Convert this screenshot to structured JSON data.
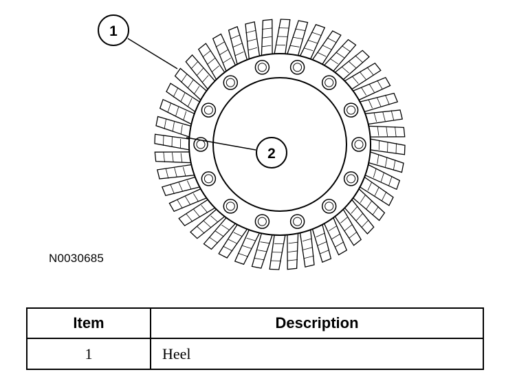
{
  "figure": {
    "id": "N0030685",
    "callouts": [
      {
        "number": "1"
      },
      {
        "number": "2"
      }
    ],
    "gear": {
      "tooth_count": 44,
      "bolt_hole_count": 14
    }
  },
  "legend_table": {
    "headers": {
      "item": "Item",
      "description": "Description"
    },
    "rows": [
      {
        "item": "1",
        "description": "Heel"
      }
    ]
  }
}
